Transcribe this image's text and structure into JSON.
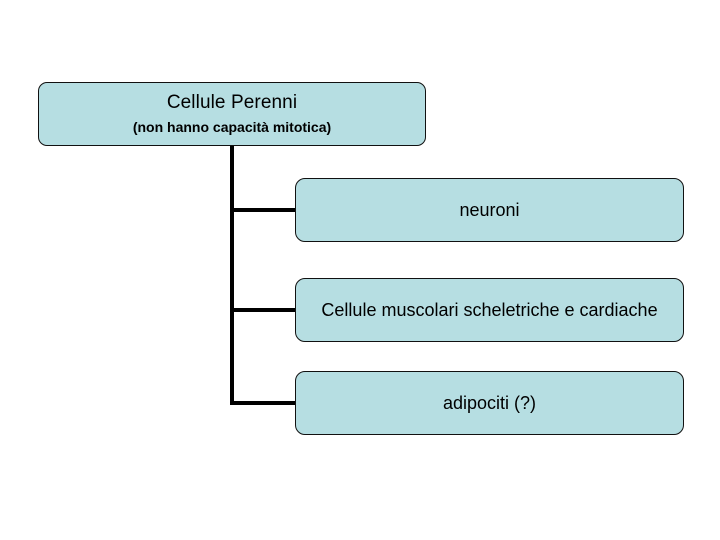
{
  "diagram": {
    "type": "hierarchy-tree",
    "background_color": "#ffffff",
    "node_fill_color": "#b6dee2",
    "node_border_color": "#111111",
    "connector_color": "#000000",
    "root": {
      "title": "Cellule Perenni",
      "subtitle": "(non hanno capacità mitotica)"
    },
    "children": [
      {
        "label": "neuroni"
      },
      {
        "label": "Cellule muscolari scheletriche e cardiache"
      },
      {
        "label": "adipociti (?)"
      }
    ]
  }
}
